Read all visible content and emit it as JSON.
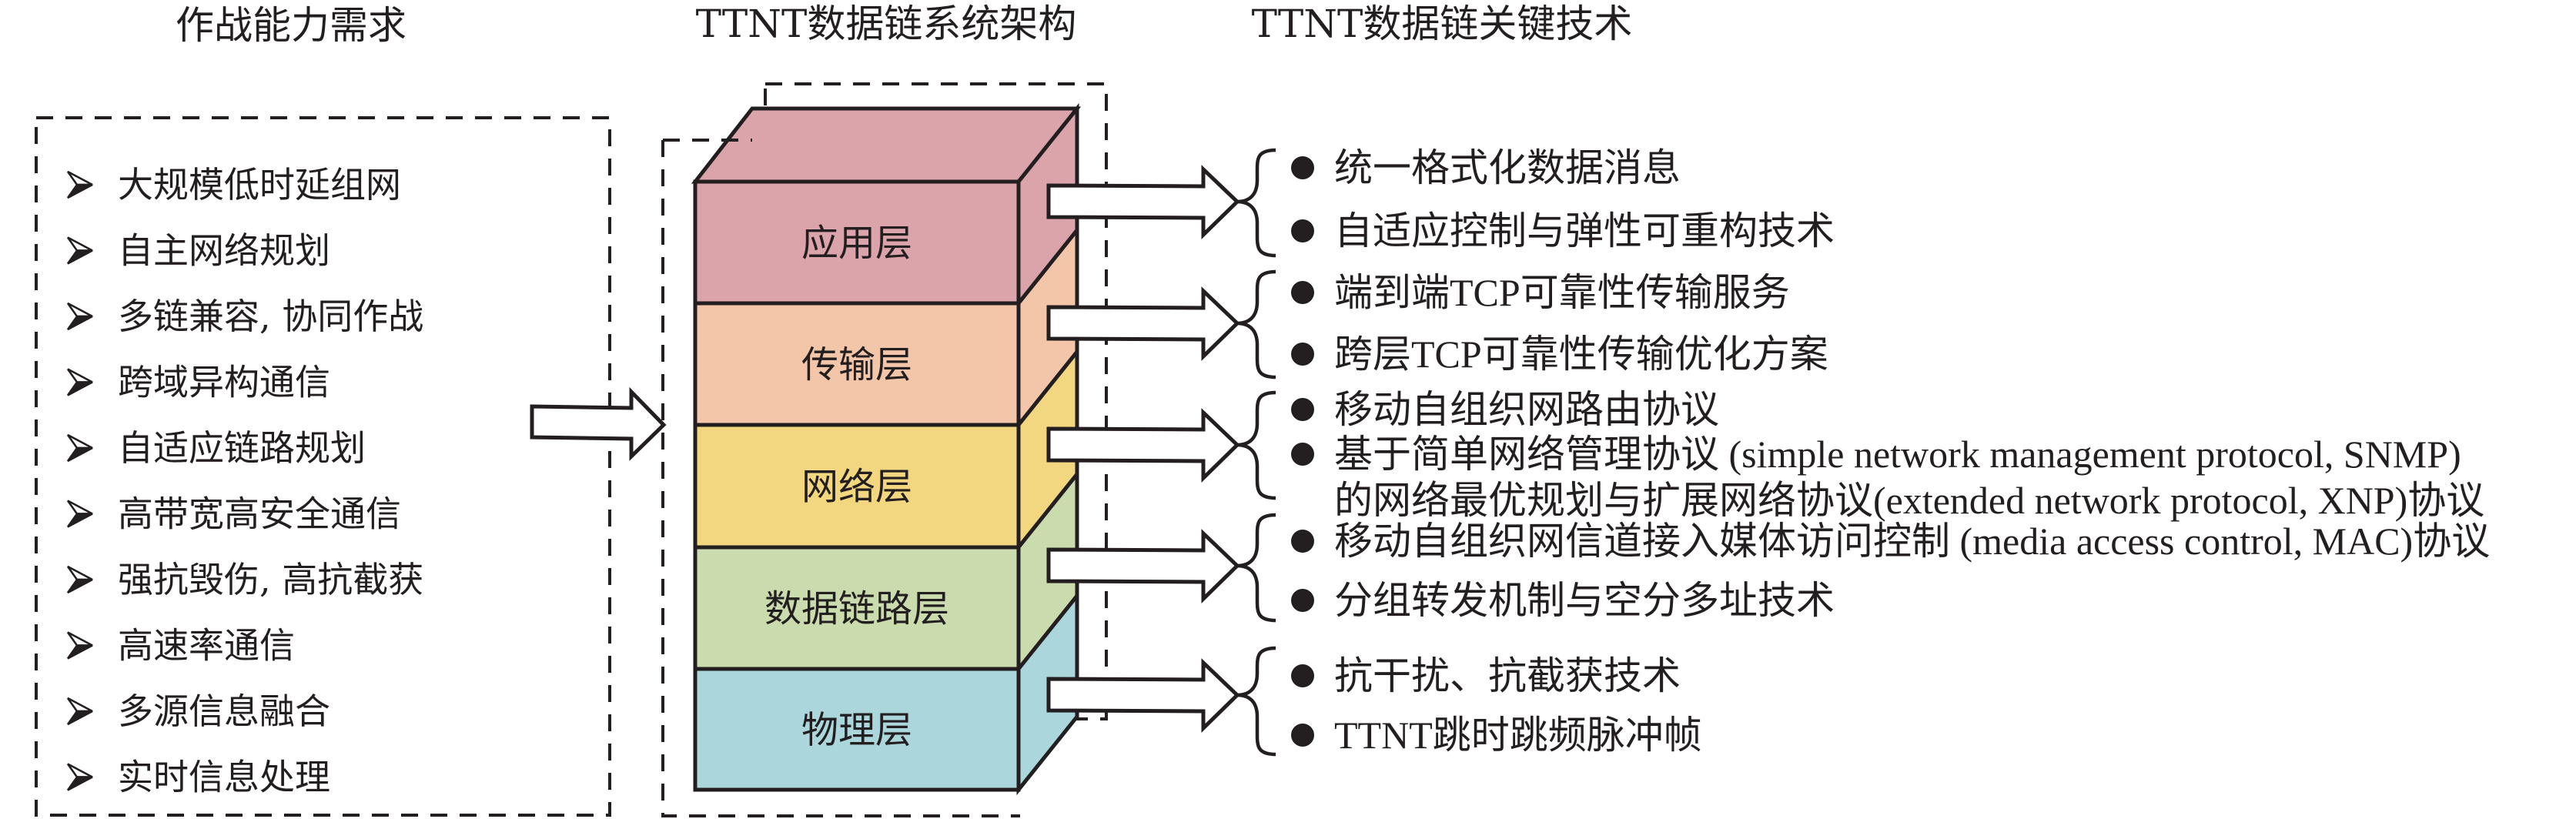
{
  "titles": {
    "requirements": "作战能力需求",
    "architecture": "TTNT数据链系统架构",
    "technologies": "TTNT数据链关键技术"
  },
  "requirements": {
    "bullet_icon": "arrowhead-bullet",
    "items": [
      "大规模低时延组网",
      "自主网络规划",
      "多链兼容, 协同作战",
      "跨域异构通信",
      "自适应链路规划",
      "高带宽高安全通信",
      "强抗毁伤, 高抗截获",
      "高速率通信",
      "多源信息融合",
      "实时信息处理"
    ]
  },
  "layers": [
    {
      "label": "应用层",
      "color": "#dba3aa"
    },
    {
      "label": "传输层",
      "color": "#f4c6a9"
    },
    {
      "label": "网络层",
      "color": "#f2d680"
    },
    {
      "label": "数据链路层",
      "color": "#cadcae"
    },
    {
      "label": "物理层",
      "color": "#abd6dc"
    }
  ],
  "technologies": {
    "bullet_icon": "filled-circle-bullet",
    "groups": [
      {
        "layer": "应用层",
        "items": [
          [
            "统一格式化数据消息"
          ],
          [
            "自适应控制与弹性可重构技术"
          ]
        ]
      },
      {
        "layer": "传输层",
        "items": [
          [
            "端到端TCP可靠性传输服务"
          ],
          [
            "跨层TCP可靠性传输优化方案"
          ]
        ]
      },
      {
        "layer": "网络层",
        "items": [
          [
            "移动自组织网路由协议"
          ],
          [
            "基于简单网络管理协议 (simple network management protocol, SNMP)",
            "的网络最优规划与扩展网络协议(extended network protocol, XNP)协议"
          ]
        ]
      },
      {
        "layer": "数据链路层",
        "items": [
          [
            "移动自组织网信道接入媒体访问控制 (media access control, MAC)协议"
          ],
          [
            "分组转发机制与空分多址技术"
          ]
        ]
      },
      {
        "layer": "物理层",
        "items": [
          [
            "抗干扰、抗截获技术"
          ],
          [
            "TTNT跳时跳频脉冲帧"
          ]
        ]
      }
    ]
  }
}
